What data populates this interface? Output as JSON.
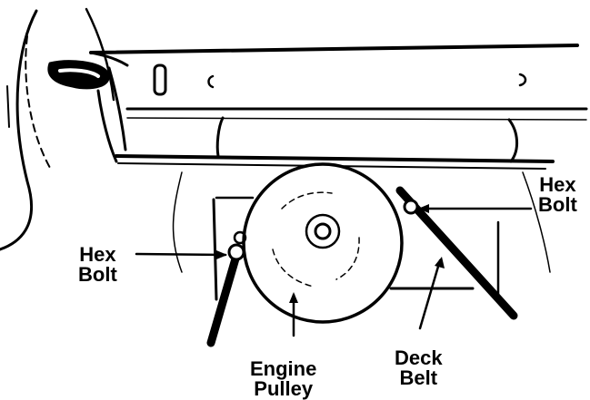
{
  "labels": {
    "hex_bolt_right": [
      "Hex",
      "Bolt"
    ],
    "hex_bolt_left": [
      "Hex",
      "Bolt"
    ],
    "engine_pulley": [
      "Engine",
      "Pulley"
    ],
    "deck_belt": [
      "Deck",
      "Belt"
    ]
  },
  "colors": {
    "ink": "#000000",
    "paper": "#ffffff"
  }
}
